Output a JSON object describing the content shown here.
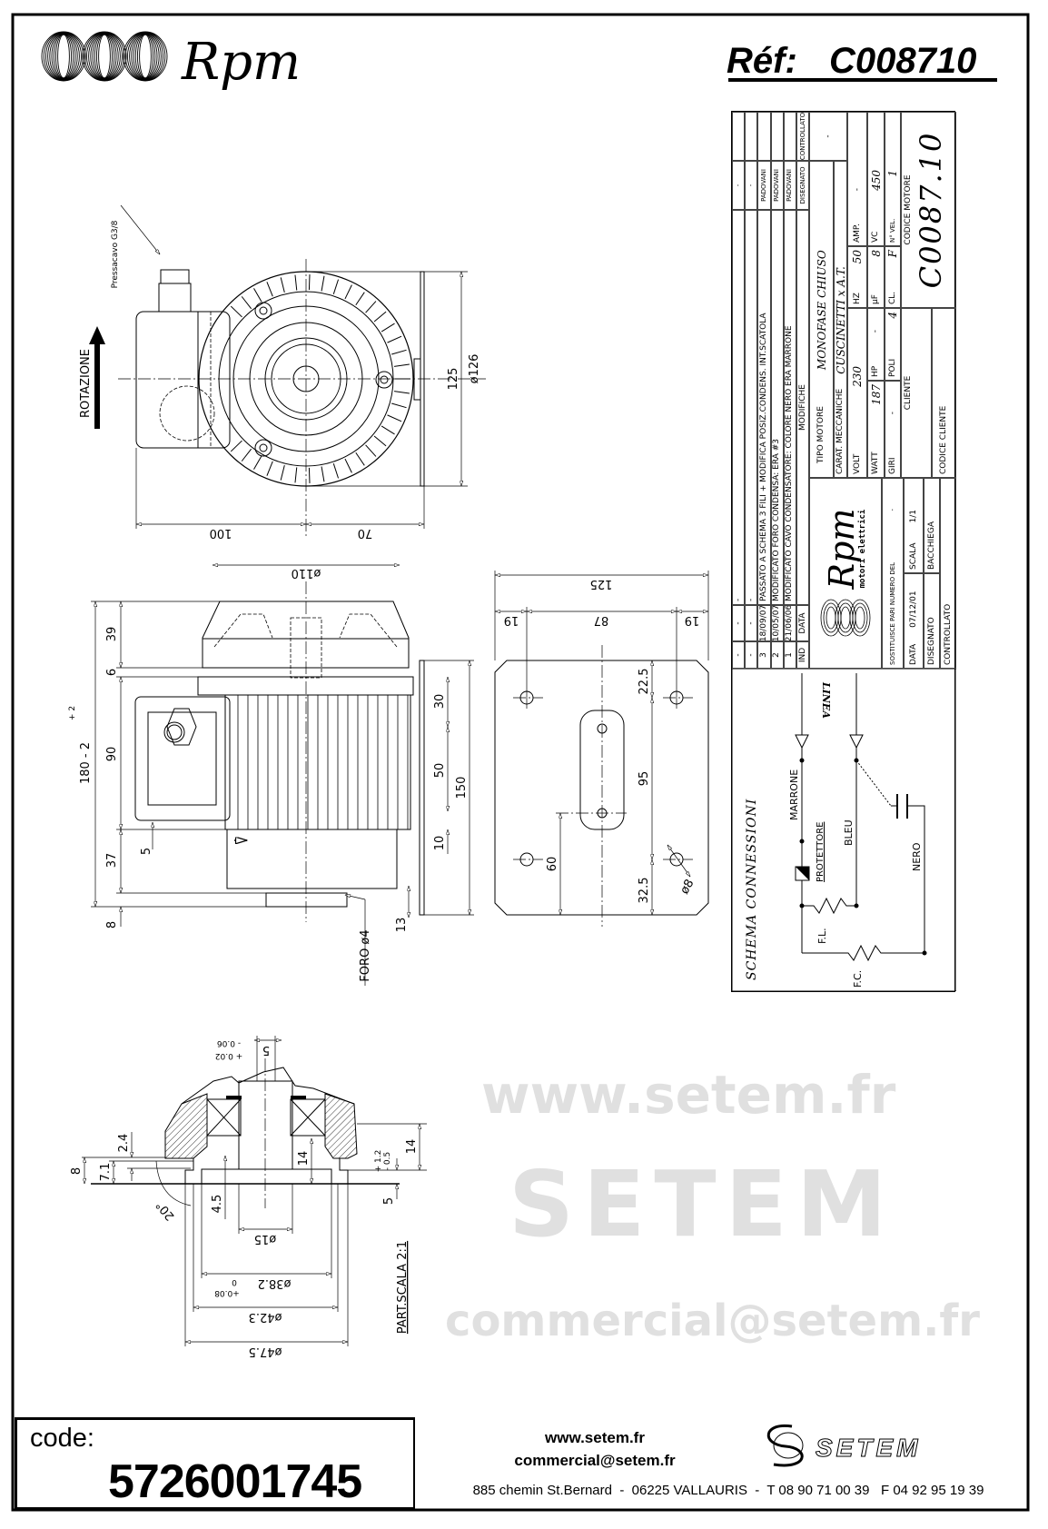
{
  "header": {
    "brand": "Rpm",
    "ref_label": "Réf:",
    "ref_value": "C008710"
  },
  "front_view": {
    "rotation_label": "ROTAZIONE",
    "cable_gland_label": "Pressacavo G3/8",
    "dims": {
      "height": "125",
      "diameter": "ø126",
      "left": "100",
      "right": "70"
    }
  },
  "side_view": {
    "dims": {
      "fan_diameter": "ø110",
      "total": "180",
      "tol_plus": "+ 2",
      "tol_minus": "- 2",
      "d39": "39",
      "d6": "6",
      "d90": "90",
      "d37": "37",
      "d8": "8",
      "d5": "5",
      "d30": "30",
      "d50": "50",
      "d150": "150",
      "d10": "10",
      "d13": "13"
    },
    "hole_label": "FORO ø4"
  },
  "plate_view": {
    "dims": {
      "width": "125",
      "left": "19",
      "center": "87",
      "right": "19",
      "top": "22.5",
      "mid": "95",
      "bottom": "32.5",
      "slot": "60",
      "hole": "ø8"
    }
  },
  "detail_view": {
    "scale_label": "PART.SCALA 2:1",
    "dims": {
      "key": "5",
      "key_tol_plus": "+ 0.02",
      "key_tol_minus": "- 0.06",
      "d8": "8",
      "d7_1": "7.1",
      "d2_4": "2.4",
      "angle": "20°",
      "d4_5": "4.5",
      "d14_inner": "14",
      "d14_outer": "14",
      "d5": "5",
      "tol_plus": "+ 1.2",
      "tol_minus": "- 0.5",
      "shaft": "ø15",
      "d38": "ø38.2",
      "d38_tol_low": "0",
      "d38_tol_high": "+0.08",
      "d42": "ø42.3",
      "d47": "ø47.5"
    }
  },
  "title_block": {
    "revisions": [
      {
        "ind": "-",
        "data": "-",
        "desc": "-",
        "drawn": "-",
        "checked": ""
      },
      {
        "ind": "-",
        "data": "-",
        "desc": "-",
        "drawn": "-",
        "checked": ""
      },
      {
        "ind": "3",
        "data": "18/09/07",
        "desc": "PASSATO A SCHEMA 3 FILI + MODIFICA POSIZ.CONDENS. INT.SCATOLA",
        "drawn": "PADOVANI",
        "checked": ""
      },
      {
        "ind": "2",
        "data": "10/05/07",
        "desc": "MODIFICATO FORO CONDENSA: ERA #3",
        "drawn": "PADOVANI",
        "checked": ""
      },
      {
        "ind": "1",
        "data": "21/06/06",
        "desc": "MODIFICATO CAVO CONDENSATORE: COLORE NERO ERA MARRONE",
        "drawn": "PADOVANI",
        "checked": ""
      }
    ],
    "rev_header": {
      "ind": "IND",
      "data": "DATA",
      "desc": "MODIFICHE",
      "drawn": "DISEGNATO",
      "checked": "CONTROLLATO"
    },
    "logo": {
      "brand": "Rpm",
      "tagline": "motori elettrici"
    },
    "replaces_label": "SOSTITUISCE PARI NUMERO DEL",
    "replaces_value": "-",
    "date_label": "DATA",
    "date_value": "07/12/01",
    "scale_label": "SCALA",
    "scale_value": "1/1",
    "drawn_label": "DISEGNATO",
    "drawn_value": "BACCHIEGA",
    "checked_label": "CONTROLLATO",
    "motor_type_label": "TIPO MOTORE",
    "motor_type_value": "MONOFASE CHIUSO",
    "motor_type_extra": "-",
    "mech_label": "CARAT. MECCANICHE",
    "mech_value": "CUSCINETTI x A.T.",
    "specs": {
      "volt_label": "VOLT",
      "volt": "230",
      "hz_label": "HZ",
      "hz": "50",
      "amp_label": "AMP.",
      "amp": "-",
      "watt_label": "WATT",
      "watt": "187",
      "hp_label": "HP",
      "hp": "-",
      "uf_label": "µF",
      "uf": "8",
      "vc_label": "VC",
      "vc": "450",
      "giri_label": "GIRI",
      "giri": "-",
      "poli_label": "POLI",
      "poli": "4",
      "cl_label": "CL.",
      "cl": "F",
      "vel_label": "N° VEL.",
      "vel": "1"
    },
    "client_label": "CLIENTE",
    "client_code_label": "CODICE CLIENTE",
    "motor_code_label": "CODICE MOTORE",
    "motor_code": "C0087.10"
  },
  "schema": {
    "title": "SCHEMA CONNESSIONI",
    "line_label": "LINEA",
    "wires": {
      "brown": "MARRONE",
      "blue": "BLEU",
      "black": "NERO"
    },
    "protector": "PROTETTORE",
    "fl": "F.L.",
    "fc": "F.C."
  },
  "watermark": {
    "site": "www.setem.fr",
    "brand": "SETEM",
    "email": "commercial@setem.fr"
  },
  "footer": {
    "code_label": "code:",
    "code_value": "5726001745",
    "website": "www.setem.fr",
    "email": "commercial@setem.fr",
    "address": "885 chemin St.Bernard  -  06225 VALLAURIS  -  T 08 90 71 00 39   F 04 92 95 19 39",
    "logo_text": "SETEM"
  }
}
